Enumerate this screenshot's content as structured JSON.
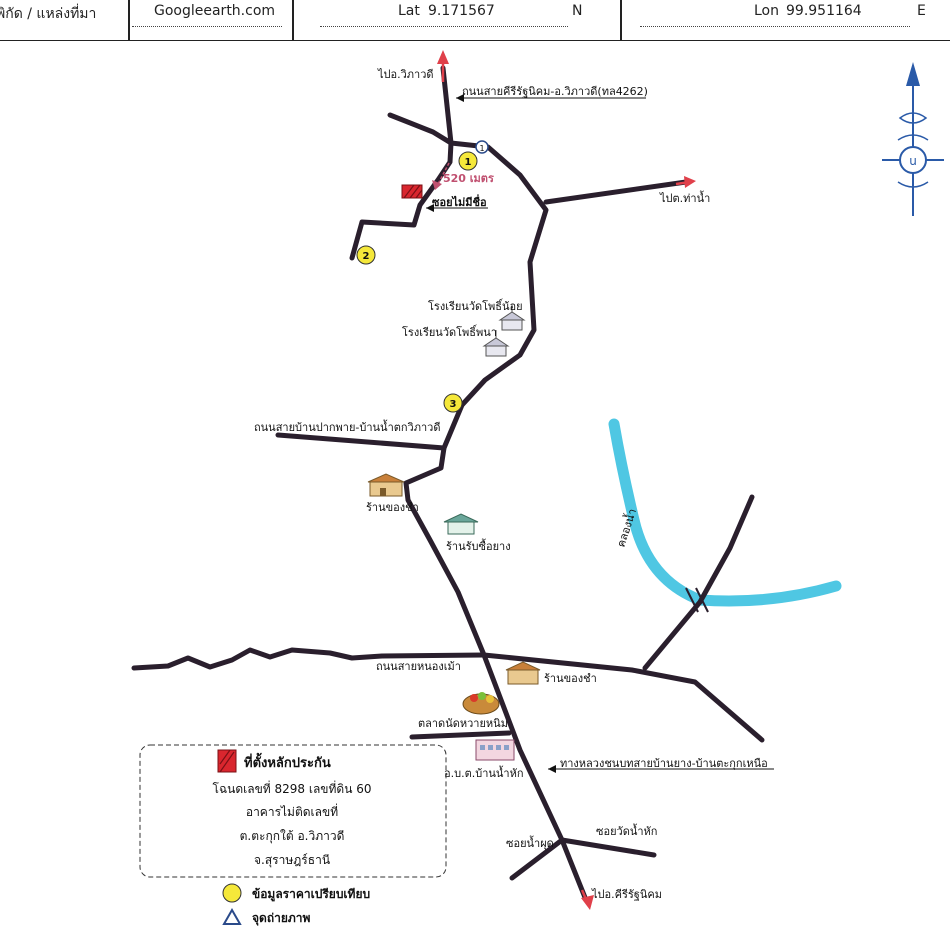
{
  "header": {
    "label_source": "พิกัด / แหล่งที่มา",
    "source": "Googleearth.com",
    "lat_label": "Lat",
    "lat_value": "9.171567",
    "lat_dir": "N",
    "lon_label": "Lon",
    "lon_value": "99.951164",
    "lon_dir": "E"
  },
  "map": {
    "labels": {
      "to_wiphawadi": "ไปอ.วิภาวดี",
      "road_4262": "ถนนสายคีรีรัฐนิคม-อ.วิภาวดี(ทล4262)",
      "distance": "520 เมตร",
      "soi_unnamed": "ซอยไม่มีชื่อ",
      "to_tha_nam": "ไปต.ท่าน้ำ",
      "school_1": "โรงเรียนวัดโพธิ์น้อย",
      "school_2": "โรงเรียนวัดโพธิ์พนา",
      "road_pak_phai": "ถนนสายบ้านปากพาย-บ้านน้ำตกวิภาวดี",
      "shop_1": "ร้านของชำ",
      "rubber_buyer": "ร้านรับซื้อยาง",
      "canal": "คลองน้ำ",
      "road_nong_mao": "ถนนสายหนองเม้า",
      "shop_2": "ร้านของชำ",
      "market": "ตลาดนัดหวายหนิม",
      "rural_road": "ทางหลวงชนบทสายบ้านยาง-บ้านตะกุกเหนือ",
      "tambon_office": "อ.บ.ต.บ้านน้ำหัก",
      "soi_nam_phut": "ซอยน้ำผุด",
      "soi_wat": "ซอยวัดน้ำหัก",
      "to_khiri": "ไปอ.คีรีรัฐนิคม"
    },
    "markers": {
      "m1": "1",
      "m2": "2",
      "m3": "3",
      "photo": "1",
      "compass": "u"
    },
    "colors": {
      "road": "#2a1f2d",
      "canal": "#4fc7e3",
      "arrow": "#e0404a",
      "marker": "#f5e83a",
      "collateral": "#d9262e"
    }
  },
  "legend": {
    "title": "ที่ตั้งหลักประกัน",
    "line1": "โฉนดเลขที่ 8298 เลขที่ดิน 60",
    "line2": "อาคารไม่ติดเลขที่",
    "line3": "ต.ตะกุกใต้ อ.วิภาวดี",
    "line4": "จ.สุราษฎร์ธานี",
    "comparable": "ข้อมูลราคาเปรียบเทียบ",
    "photo_point": "จุดถ่ายภาพ"
  }
}
